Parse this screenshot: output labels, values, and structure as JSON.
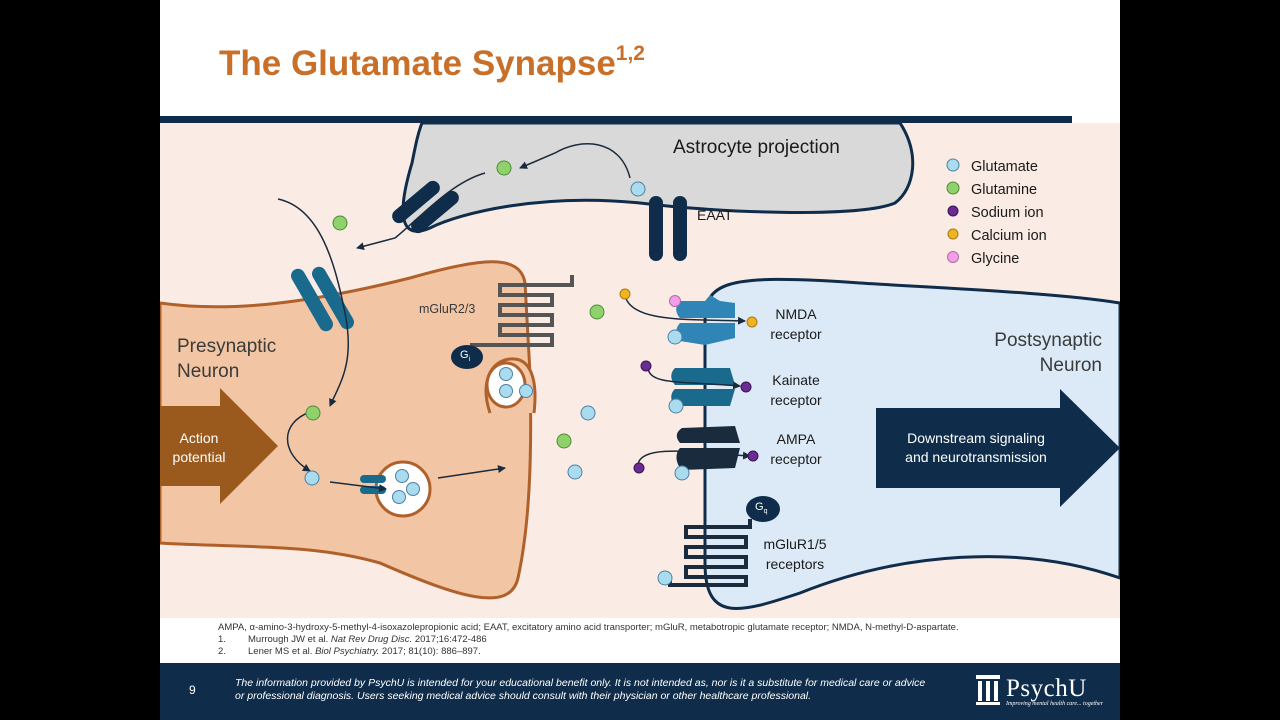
{
  "slide": {
    "title": "The Glutamate Synapse",
    "title_superscript": "1,2",
    "page_number": "9"
  },
  "colors": {
    "accent_orange": "#c8702a",
    "navy": "#0f2d4a",
    "presynaptic_fill": "#f2c6a4",
    "postsynaptic_fill": "#dceaf7",
    "astrocyte_fill": "#d9d9d9",
    "receptor_blue": "#1a6a8e"
  },
  "diagram": {
    "astrocyte_label": "Astrocyte projection",
    "eaat_label": "EAAT",
    "presynaptic_label": [
      "Presynaptic",
      "Neuron"
    ],
    "postsynaptic_label": [
      "Postsynaptic",
      "Neuron"
    ],
    "action_potential_label": [
      "Action",
      "potential"
    ],
    "downstream_label": [
      "Downstream signaling",
      "and neurotransmission"
    ],
    "mglur23_label": "mGluR2/3",
    "gi_label": "G",
    "gi_sub": "i",
    "gq_label": "G",
    "gq_sub": "q",
    "nmda_label": [
      "NMDA",
      "receptor"
    ],
    "kainate_label": [
      "Kainate",
      "receptor"
    ],
    "ampa_label": [
      "AMPA",
      "receptor"
    ],
    "mglur15_label": [
      "mGluR1/5",
      "receptors"
    ]
  },
  "legend": [
    {
      "label": "Glutamate",
      "color": "#a9dcee"
    },
    {
      "label": "Glutamine",
      "color": "#8fd16a"
    },
    {
      "label": "Sodium ion",
      "color": "#6b2c91"
    },
    {
      "label": "Calcium ion",
      "color": "#f0b323"
    },
    {
      "label": "Glycine",
      "color": "#f29ee8"
    }
  ],
  "footnotes": {
    "abbreviations": "AMPA, α-amino-3-hydroxy-5-methyl-4-isoxazolepropionic acid; EAAT, excitatory amino acid transporter; mGluR, metabotropic glutamate receptor; NMDA, N-methyl-D-aspartate.",
    "refs": [
      {
        "num": "1.",
        "authors": "Murrough JW et al. ",
        "journal": "Nat Rev Drug Disc.",
        "rest": " 2017;16:472-486"
      },
      {
        "num": "2.",
        "authors": "Lener MS et al. ",
        "journal": "Biol Psychiatry.",
        "rest": " 2017; 81(10): 886–897."
      }
    ]
  },
  "footer": {
    "disclaimer": "The information provided by PsychU is intended for your educational benefit only. It is not intended as, nor is it a substitute for medical care or advice or professional diagnosis. Users seeking medical advice should consult with their physician or other healthcare professional.",
    "logo_text": "PsychU",
    "logo_tagline": "Improving mental health care... together"
  }
}
